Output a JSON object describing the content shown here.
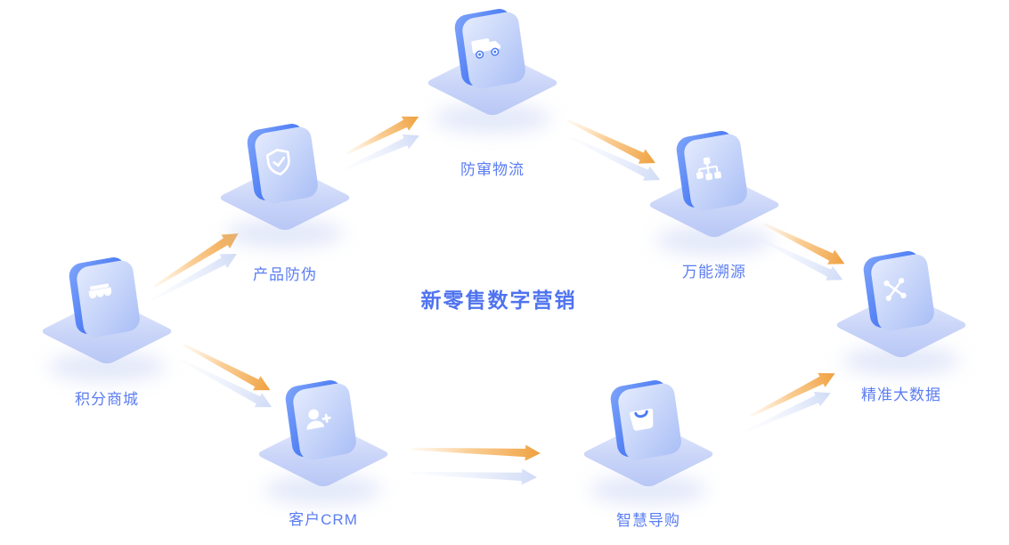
{
  "title": {
    "text": "新零售数字营销",
    "color": "#4f73f0"
  },
  "nodes": [
    {
      "id": "points-mall",
      "label": "积分商城",
      "icon": "storefront-icon"
    },
    {
      "id": "product-anticounterfeit",
      "label": "产品防伪",
      "icon": "shield-check-icon"
    },
    {
      "id": "anti-fleeing-logistics",
      "label": "防窜物流",
      "icon": "truck-icon"
    },
    {
      "id": "universal-traceability",
      "label": "万能溯源",
      "icon": "sitemap-icon"
    },
    {
      "id": "precision-big-data",
      "label": "精准大数据",
      "icon": "network-nodes-icon"
    },
    {
      "id": "customer-crm",
      "label": "客户CRM",
      "icon": "user-plus-icon"
    },
    {
      "id": "smart-shopping-guide",
      "label": "智慧导购",
      "icon": "shopping-bag-icon"
    }
  ],
  "flows": [
    {
      "from": "积分商城",
      "to": "产品防伪"
    },
    {
      "from": "产品防伪",
      "to": "防窜物流"
    },
    {
      "from": "防窜物流",
      "to": "万能溯源"
    },
    {
      "from": "万能溯源",
      "to": "精准大数据"
    },
    {
      "from": "积分商城",
      "to": "客户CRM"
    },
    {
      "from": "客户CRM",
      "to": "智慧导购"
    },
    {
      "from": "智慧导购",
      "to": "精准大数据"
    }
  ],
  "colors": {
    "arrow_primary": "#efa03e",
    "arrow_secondary": "#cdd9f6",
    "card_blue": "#4b7bf4",
    "card_edge": "#aabff6",
    "platform": "#c9d4f8",
    "label_text": "#5b7df2"
  }
}
